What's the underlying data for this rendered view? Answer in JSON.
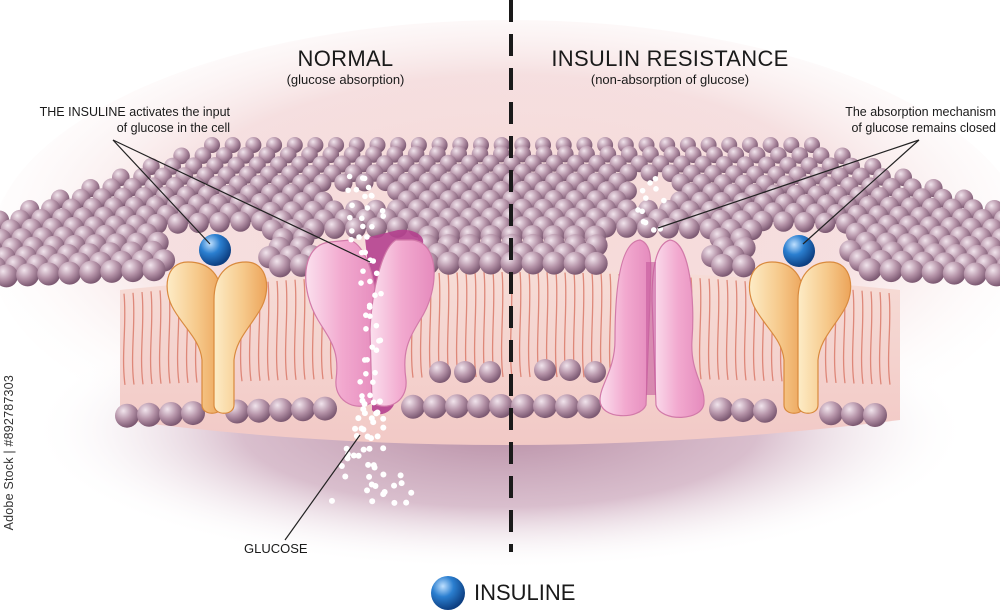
{
  "left_panel": {
    "title": "NORMAL",
    "subtitle": "(glucose absorption)"
  },
  "right_panel": {
    "title": "INSULIN RESISTANCE",
    "subtitle": "(non-absorption of glucose)"
  },
  "annotations": {
    "insuline_activates": [
      "THE INSULINE activates the input",
      "of glucose in the cell"
    ],
    "mechanism_closed": [
      "The absorption mechanism",
      "of glucose remains closed"
    ],
    "glucose": "GLUCOSE"
  },
  "legend": {
    "label": "INSULINE",
    "marker_icon": "insulin-sphere-icon"
  },
  "watermark": {
    "side_text": "Adobe Stock | #892787303"
  },
  "colors": {
    "lipid_head": "#a9879e",
    "lipid_tail": "#d97a6a",
    "glucose_channel": "#e77fb8",
    "receptor": "#f0a250",
    "insulin": "#1f6fbf",
    "glow": "#f2c9c9"
  }
}
